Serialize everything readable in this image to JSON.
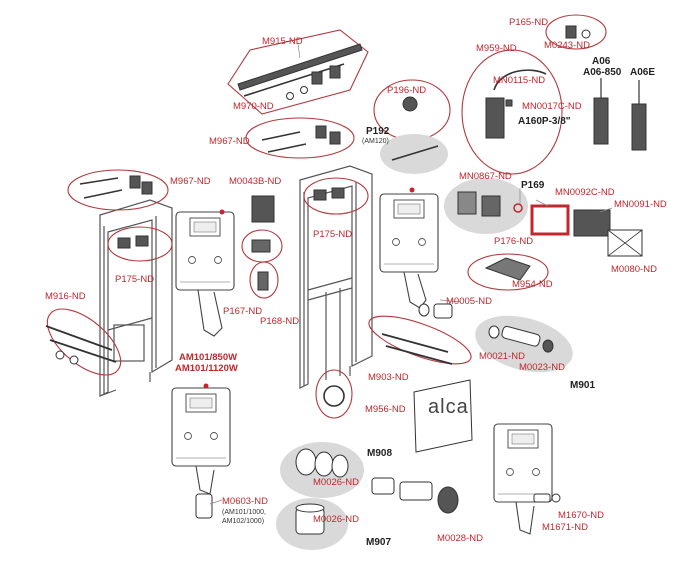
{
  "colors": {
    "accent": "#c0282d",
    "outline": "#b03a3e",
    "part": "#444444",
    "group_fill": "#d9d9d9",
    "text_dark": "#222222"
  },
  "labels": {
    "m915": "M915-ND",
    "m970": "M970-ND",
    "m967_top": "M967-ND",
    "m967_left": "M967-ND",
    "m0043b": "M0043B-ND",
    "p175_left": "P175-ND",
    "p175_mid": "P175-ND",
    "m916": "M916-ND",
    "p167": "P167-ND",
    "p168": "P168-ND",
    "model_a": "AM101/850W",
    "model_b": "AM101/1120W",
    "p196": "P196-ND",
    "p192": "P192",
    "p192_sub": "(AM120)",
    "m959": "M959-ND",
    "mn0115": "MN0115-ND",
    "mn0017c": "MN0017C-ND",
    "a160p": "A160P-3/8\"",
    "p165": "P165-ND",
    "m0243": "M0243-ND",
    "a06": "A06",
    "a06_850": "A06-850",
    "a06e": "A06E",
    "mn0867": "MN0867-ND",
    "p169": "P169",
    "p176": "P176-ND",
    "mn0092c": "MN0092C-ND",
    "mn0091": "MN0091-ND",
    "m0080": "M0080-ND",
    "m954": "M954-ND",
    "m0005": "M0005-ND",
    "m0021": "M0021-ND",
    "m0023": "M0023-ND",
    "m901": "M901",
    "m903": "M903-ND",
    "m956": "M956-ND",
    "m908": "M908",
    "m0026_a": "M0026-ND",
    "m0026_b": "M0026-ND",
    "m907": "M907",
    "m0028": "M0028-ND",
    "m0603": "M0603-ND",
    "m0603_sub1": "(AM101/1000,",
    "m0603_sub2": "AM102/1000)",
    "m1670": "M1670-ND",
    "m1671": "M1671-ND",
    "logo": "alca"
  }
}
